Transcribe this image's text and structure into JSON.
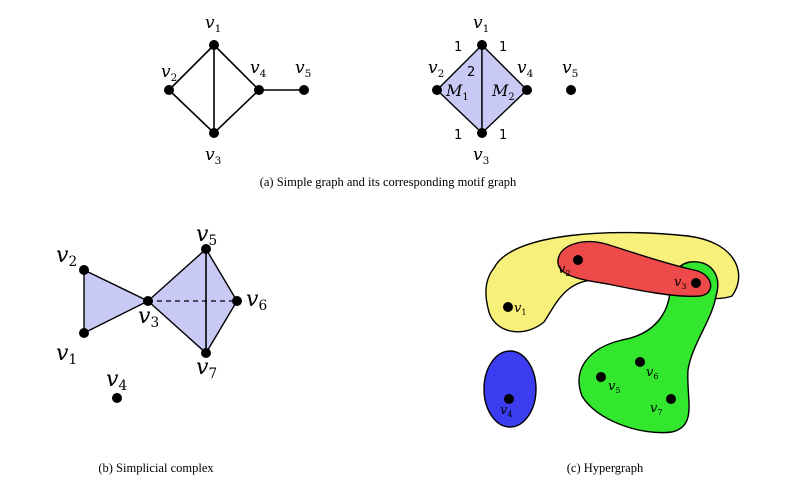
{
  "panel_a": {
    "caption": "(a) Simple graph and its corresponding motif graph",
    "simple_graph": {
      "nodes": [
        {
          "id": "v1",
          "base": "v",
          "sub": "1"
        },
        {
          "id": "v2",
          "base": "v",
          "sub": "2"
        },
        {
          "id": "v3",
          "base": "v",
          "sub": "3"
        },
        {
          "id": "v4",
          "base": "v",
          "sub": "4"
        },
        {
          "id": "v5",
          "base": "v",
          "sub": "5"
        }
      ],
      "edges": [
        [
          "v1",
          "v2"
        ],
        [
          "v1",
          "v3"
        ],
        [
          "v1",
          "v4"
        ],
        [
          "v2",
          "v3"
        ],
        [
          "v3",
          "v4"
        ],
        [
          "v4",
          "v5"
        ]
      ]
    },
    "motif_graph": {
      "nodes": [
        {
          "id": "v1",
          "base": "v",
          "sub": "1"
        },
        {
          "id": "v2",
          "base": "v",
          "sub": "2"
        },
        {
          "id": "v3",
          "base": "v",
          "sub": "3"
        },
        {
          "id": "v4",
          "base": "v",
          "sub": "4"
        },
        {
          "id": "v5",
          "base": "v",
          "sub": "5"
        }
      ],
      "motifs": [
        {
          "base": "M",
          "sub": "1"
        },
        {
          "base": "M",
          "sub": "2"
        }
      ],
      "edge_weights": [
        "1",
        "1",
        "2",
        "1",
        "1"
      ]
    }
  },
  "panel_b": {
    "caption": "(b) Simplicial complex",
    "nodes": [
      {
        "id": "v1",
        "base": "v",
        "sub": "1"
      },
      {
        "id": "v2",
        "base": "v",
        "sub": "2"
      },
      {
        "id": "v3",
        "base": "v",
        "sub": "3"
      },
      {
        "id": "v4",
        "base": "v",
        "sub": "4"
      },
      {
        "id": "v5",
        "base": "v",
        "sub": "5"
      },
      {
        "id": "v6",
        "base": "v",
        "sub": "6"
      },
      {
        "id": "v7",
        "base": "v",
        "sub": "7"
      }
    ],
    "fill_color": "#c9c9f5"
  },
  "panel_c": {
    "caption": "(c) Hypergraph",
    "nodes": [
      {
        "id": "v1",
        "base": "v",
        "sub": "1"
      },
      {
        "id": "v2",
        "base": "v",
        "sub": "2"
      },
      {
        "id": "v3",
        "base": "v",
        "sub": "3"
      },
      {
        "id": "v4",
        "base": "v",
        "sub": "4"
      },
      {
        "id": "v5",
        "base": "v",
        "sub": "5"
      },
      {
        "id": "v6",
        "base": "v",
        "sub": "6"
      },
      {
        "id": "v7",
        "base": "v",
        "sub": "7"
      }
    ],
    "hyperedge_colors": {
      "yellow": "#f7f07a",
      "red": "#ef4a4a",
      "green": "#33e62e",
      "blue": "#3c3cf0"
    }
  }
}
